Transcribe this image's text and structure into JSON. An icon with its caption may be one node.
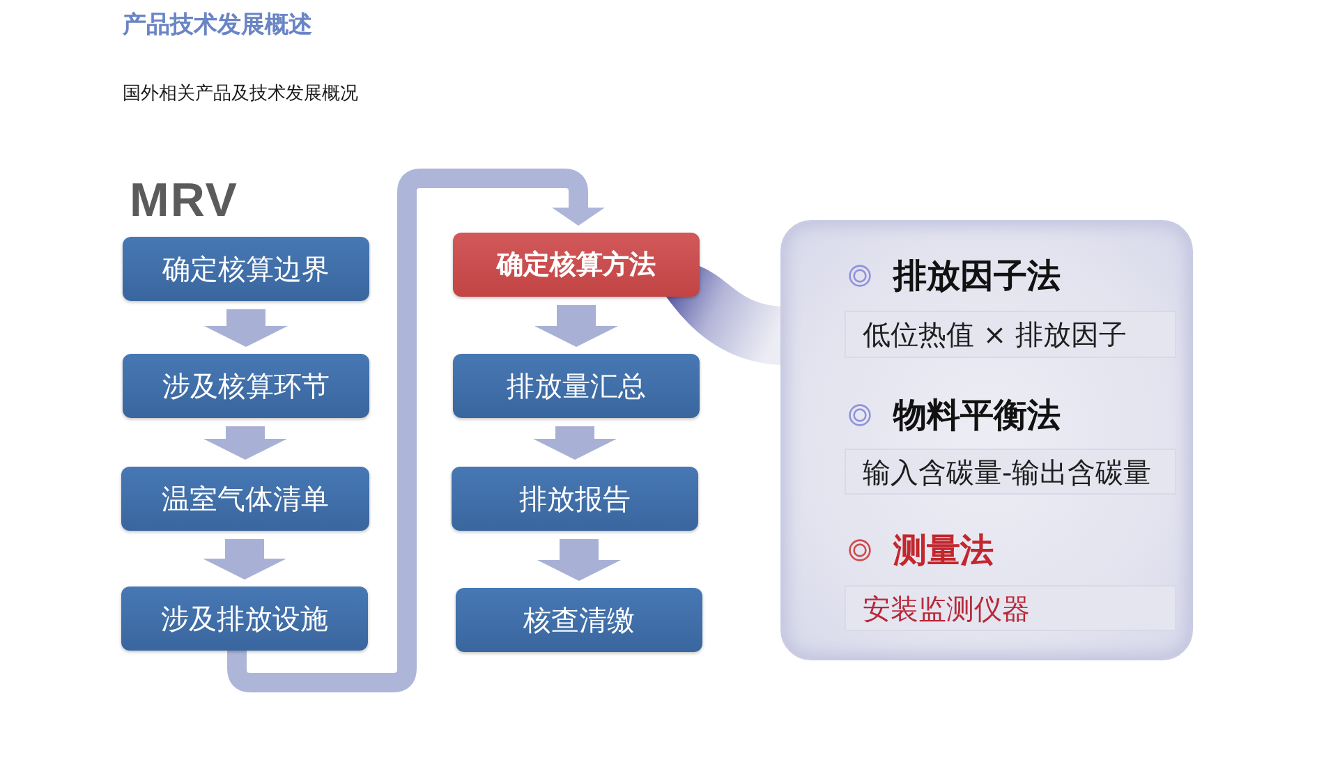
{
  "diagram": {
    "title": "产品技术发展概述",
    "nodes": [
      {
        "text": [
          "确定核算边界"
        ]
      },
      {
        "text": [
          "涉及核算环节"
        ]
      },
      {
        "text": [
          "温室气体清单"
        ]
      },
      {
        "text": [
          "涉及排放设施"
        ]
      },
      {
        "text": [
          "确定核算方法"
        ]
      },
      {
        "text": [
          "排放量汇总"
        ]
      },
      {
        "text": [
          "排放报告"
        ]
      },
      {
        "text": [
          "核查清缴"
        ]
      },
      {
        "text": [
          "排放因子法",
          "物料平衡法",
          "测量法"
        ]
      },
      {
        "text": [
          "低位热值 × 排放因子"
        ],
        "in": 8
      },
      {
        "text": [
          "输入含碳量-输出含碳量"
        ],
        "in": 8
      },
      {
        "text": [
          "安装监测仪器"
        ],
        "in": 8
      }
    ],
    "edges": [
      {
        "from": 0,
        "to": 1,
        "arrow": "to"
      },
      {
        "from": 1,
        "to": 2,
        "arrow": "to"
      },
      {
        "from": 2,
        "to": 3,
        "arrow": "to"
      },
      {
        "from": 3,
        "to": 4,
        "arrow": "to"
      },
      {
        "from": 4,
        "to": 5,
        "arrow": "to"
      },
      {
        "from": 5,
        "to": 6,
        "arrow": "to"
      },
      {
        "from": 6,
        "to": 7,
        "arrow": "to"
      },
      {
        "from": 4,
        "to": 8,
        "arrow": "none"
      }
    ],
    "labels": [
      "国外相关产品及技术发展概况",
      "MRV"
    ]
  }
}
